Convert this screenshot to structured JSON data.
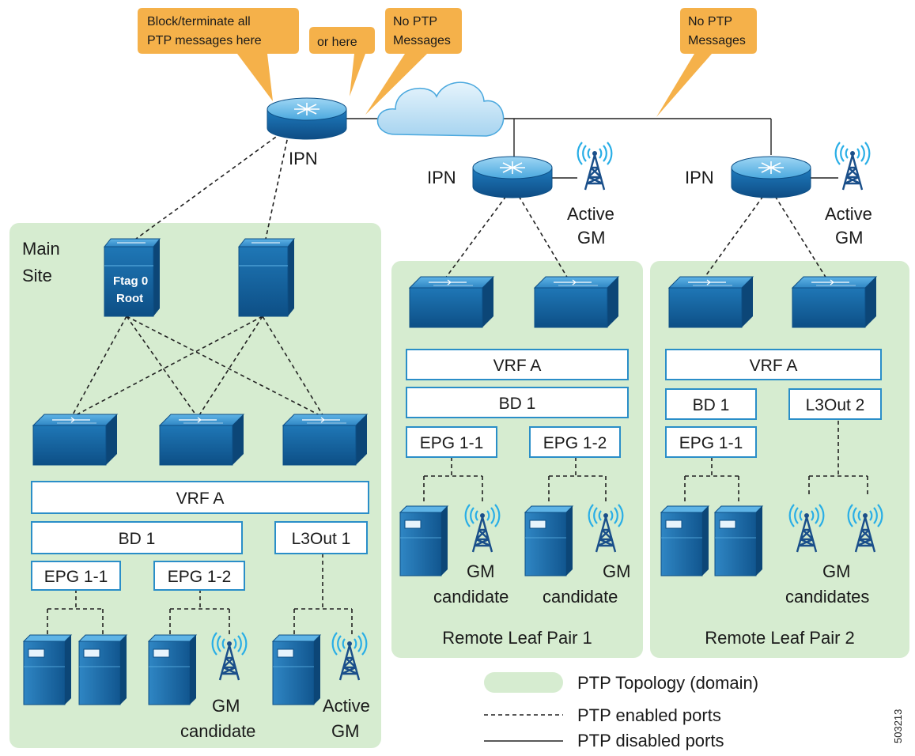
{
  "callouts": {
    "block_line1": "Block/terminate all",
    "block_line2": "PTP messages here",
    "or_here": "or here",
    "no_ptp_1_line1": "No PTP",
    "no_ptp_1_line2": "Messages",
    "no_ptp_2_line1": "No PTP",
    "no_ptp_2_line2": "Messages"
  },
  "ipn": {
    "main": "IPN",
    "remote1": "IPN",
    "remote2": "IPN"
  },
  "main_site": {
    "title_line1": "Main",
    "title_line2": "Site",
    "spine_label_line1": "Ftag 0",
    "spine_label_line2": "Root",
    "vrf": "VRF A",
    "bd": "BD 1",
    "l3out": "L3Out 1",
    "epg1": "EPG 1-1",
    "epg2": "EPG 1-2",
    "gm_candidate_line1": "GM",
    "gm_candidate_line2": "candidate",
    "active_gm_line1": "Active",
    "active_gm_line2": "GM"
  },
  "remote1": {
    "active_gm_line1": "Active",
    "active_gm_line2": "GM",
    "vrf": "VRF A",
    "bd": "BD 1",
    "epg1": "EPG 1-1",
    "epg2": "EPG 1-2",
    "gm1_line1": "GM",
    "gm1_line2": "candidate",
    "gm2_line1": "GM",
    "gm2_line2": "candidate",
    "title": "Remote Leaf Pair 1"
  },
  "remote2": {
    "active_gm_line1": "Active",
    "active_gm_line2": "GM",
    "vrf": "VRF A",
    "bd": "BD 1",
    "l3out": "L3Out 2",
    "epg1": "EPG 1-1",
    "gm_line1": "GM",
    "gm_line2": "candidates",
    "title": "Remote Leaf Pair 2"
  },
  "legend": {
    "domain": "PTP Topology (domain)",
    "enabled": "PTP enabled ports",
    "disabled": "PTP disabled ports"
  },
  "figure_id": "503213",
  "colors": {
    "callout": "#f5b14a",
    "domain_area": "#d6ecd0",
    "device_blue": "#1e6fa8",
    "box_border": "#2a8ec8",
    "tower_blue": "#1a4f8a",
    "signal_cyan": "#29aee6"
  }
}
